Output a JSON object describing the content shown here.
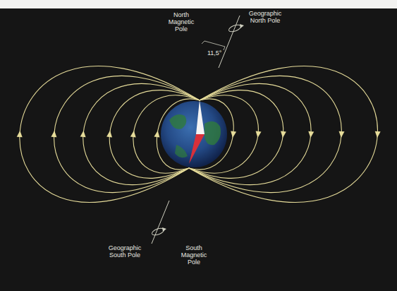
{
  "diagram": {
    "labels": [
      "North Magnetic Pole",
      "Geographic North Pole",
      "11,5°",
      "Geographic South Pole",
      "South Magnetic Pole"
    ]
  }
}
